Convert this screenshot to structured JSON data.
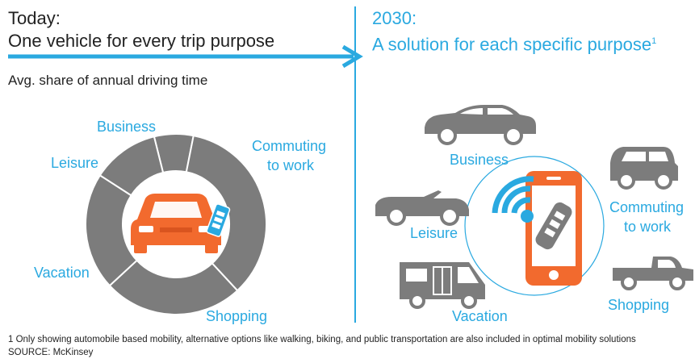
{
  "left": {
    "title_line1": "Today:",
    "title_line2": "One vehicle for every trip purpose",
    "subtitle": "Avg. share of annual driving time"
  },
  "right": {
    "title_line1": "2030:",
    "title_line2": "A solution for each specific purpose",
    "title_sup": "1"
  },
  "chart_data": {
    "type": "pie",
    "variant": "donut",
    "title": "Avg. share of annual driving time",
    "categories": [
      "Business",
      "Commuting to work",
      "Shopping",
      "Vacation",
      "Leisure"
    ],
    "values": [
      7,
      35,
      25,
      21,
      12
    ],
    "slice_color": "#7c7c7c",
    "center_icon": "car-with-phone-key-icon"
  },
  "purposes_2030": [
    {
      "label": "Business",
      "icon": "sedan-icon"
    },
    {
      "label_line1": "Commuting",
      "label_line2": "to work",
      "icon": "small-car-icon"
    },
    {
      "label": "Shopping",
      "icon": "pickup-truck-icon"
    },
    {
      "label": "Vacation",
      "icon": "camper-van-icon"
    },
    {
      "label": "Leisure",
      "icon": "convertible-icon"
    }
  ],
  "donut_labels": {
    "business": "Business",
    "commuting_line1": "Commuting",
    "commuting_line2": "to work",
    "shopping": "Shopping",
    "vacation": "Vacation",
    "leisure": "Leisure"
  },
  "footnote": "1 Only showing automobile based mobility, alternative options like walking, biking, and public transportation are also included in optimal mobility solutions",
  "source": "SOURCE: McKinsey",
  "colors": {
    "accent_blue": "#2aa9e0",
    "orange": "#f26a2e",
    "gray": "#7c7c7c",
    "text": "#222222"
  }
}
